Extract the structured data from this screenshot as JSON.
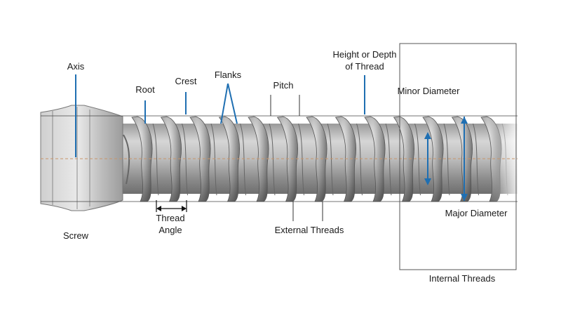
{
  "labels": {
    "axis": "Axis",
    "root": "Root",
    "crest": "Crest",
    "flanks": "Flanks",
    "pitch": "Pitch",
    "height_line1": "Height or Depth",
    "height_line2": "of Thread",
    "minor_diameter": "Minor Diameter",
    "screw": "Screw",
    "thread_angle_line1": "Thread",
    "thread_angle_line2": "Angle",
    "external_threads": "External Threads",
    "major_diameter": "Major Diameter",
    "internal_threads": "Internal Threads"
  },
  "colors": {
    "callout": "#1f6fb2",
    "metal_light": "#e2e2e2",
    "metal_dark": "#6b6b6b",
    "outline": "#555555",
    "axis_dash": "#c8956a"
  }
}
